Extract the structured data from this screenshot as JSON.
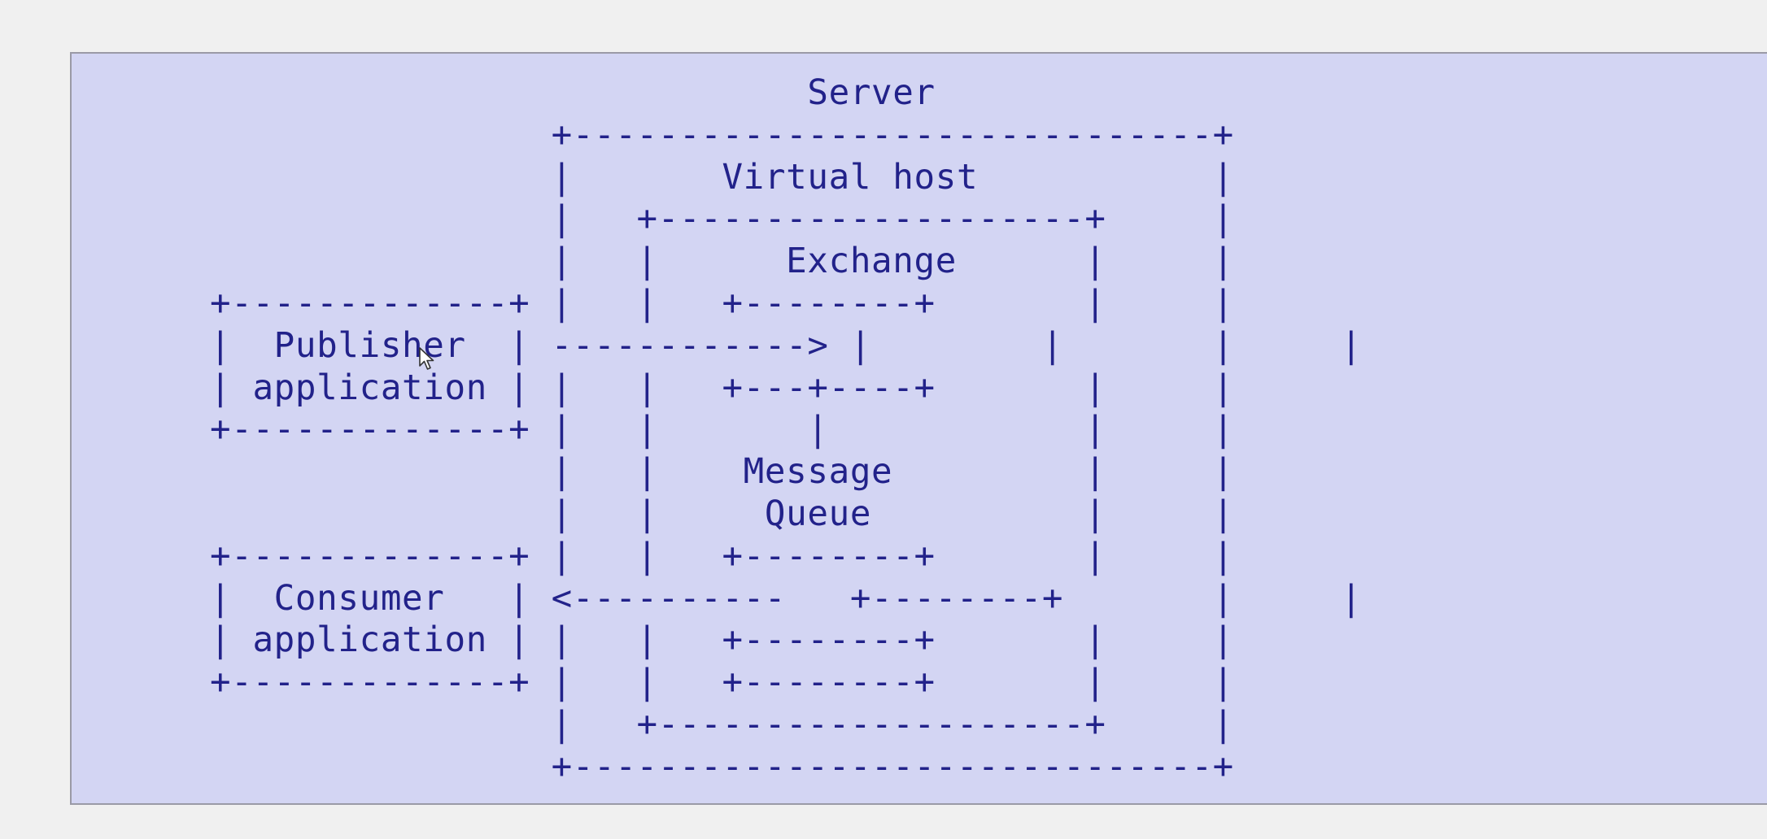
{
  "diagram": {
    "lines": [
      "                            Server",
      "                +------------------------------+",
      "                |       Virtual host           |",
      "                |   +--------------------+     |",
      "                |   |      Exchange      |     |",
      "+-------------+ |   |   +--------+       |     |",
      "|  Publisher  | ------------> |        |       |     |",
      "| application | |   |   +---+----+       |     |",
      "+-------------+ |   |       |            |     |",
      "                |   |    Message         |     |",
      "                |   |     Queue          |     |",
      "+-------------+ |   |   +--------+       |     |",
      "|  Consumer   | <----------   +--------+       |     |",
      "| application | |   |   +--------+       |     |",
      "+-------------+ |   |   +--------+       |     |",
      "                |   +--------------------+     |",
      "                +------------------------------+"
    ]
  }
}
